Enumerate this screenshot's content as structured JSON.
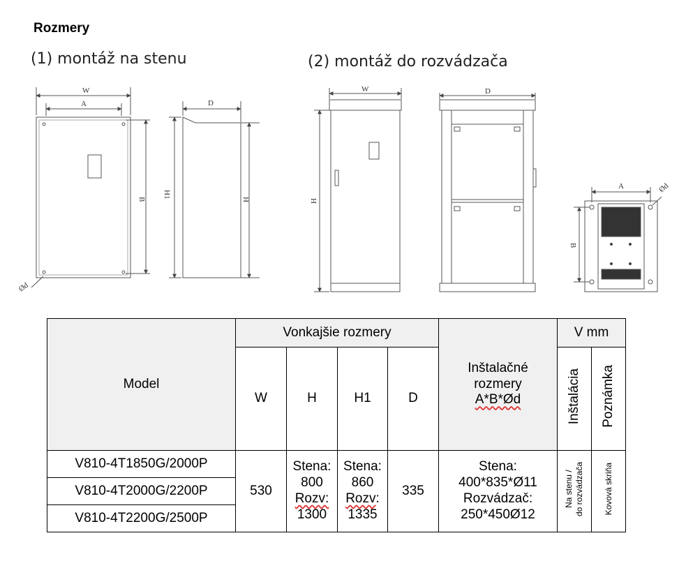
{
  "title": "Rozmery",
  "mount_wall": "(1) montáž na stenu",
  "mount_cabinet": "(2) montáž do rozvádzača",
  "dim_labels": {
    "W": "W",
    "A": "A",
    "B": "B",
    "H1": "H1",
    "H": "H",
    "D": "D",
    "Od": "Ød"
  },
  "table": {
    "model": "Model",
    "outer": "Vonkajšie rozmery",
    "unit": "V mm",
    "col_w": "W",
    "col_h": "H",
    "col_h1": "H1",
    "col_d": "D",
    "install_l1": "Inštalačné",
    "install_l2": "rozmery",
    "install_l3": "A*B*Ød",
    "installation": "Inštalácia",
    "note": "Poznámka",
    "rows": [
      "V810-4T1850G/2000P",
      "V810-4T2000G/2200P",
      "V810-4T2200G/2500P"
    ],
    "w_val": "530",
    "h_stena": "Stena:",
    "h_stena_val": "800",
    "h_rozv": "Rozv:",
    "h_rozv_val": "1300",
    "h1_stena": "Stena:",
    "h1_stena_val": "860",
    "h1_rozv": "Rozv",
    "h1_rozv_colon": ":",
    "h1_rozv_val": "1335",
    "d_val": "335",
    "inst_stena": "Stena:",
    "inst_stena_val": "400*835*Ø11",
    "inst_rozv": "Rozvádzač:",
    "inst_rozv_val": "250*450Ø12",
    "inst_type_l1": "Na stenu /",
    "inst_type_l2": "do rozvádzača",
    "note_val": "Kovová skriňa"
  }
}
